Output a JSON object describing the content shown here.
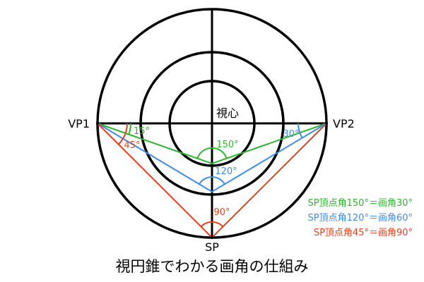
{
  "labels": {
    "center": "視心",
    "vp1": "VP1",
    "vp2": "VP2",
    "sp": "SP"
  },
  "colors": {
    "black": "#000000",
    "green": "#2db52d",
    "blue": "#3d8ce8",
    "red": "#e8401c"
  },
  "angles": {
    "green": {
      "apex": "150°",
      "side_left": "15°",
      "side_right": ""
    },
    "blue": {
      "apex": "120°",
      "side_left": "",
      "side_right": "30°"
    },
    "red": {
      "apex": "90°",
      "side_left": "45°",
      "side_right": ""
    }
  },
  "legend": [
    {
      "text": "SP頂点角150°＝画角30°",
      "color": "#2db52d"
    },
    {
      "text": "SP頂点角120°＝画角60°",
      "color": "#3d8ce8"
    },
    {
      "text": "SP頂点角45°＝画角90°",
      "color": "#e8401c"
    }
  ],
  "caption": "視円錐でわかる画角の仕組み"
}
